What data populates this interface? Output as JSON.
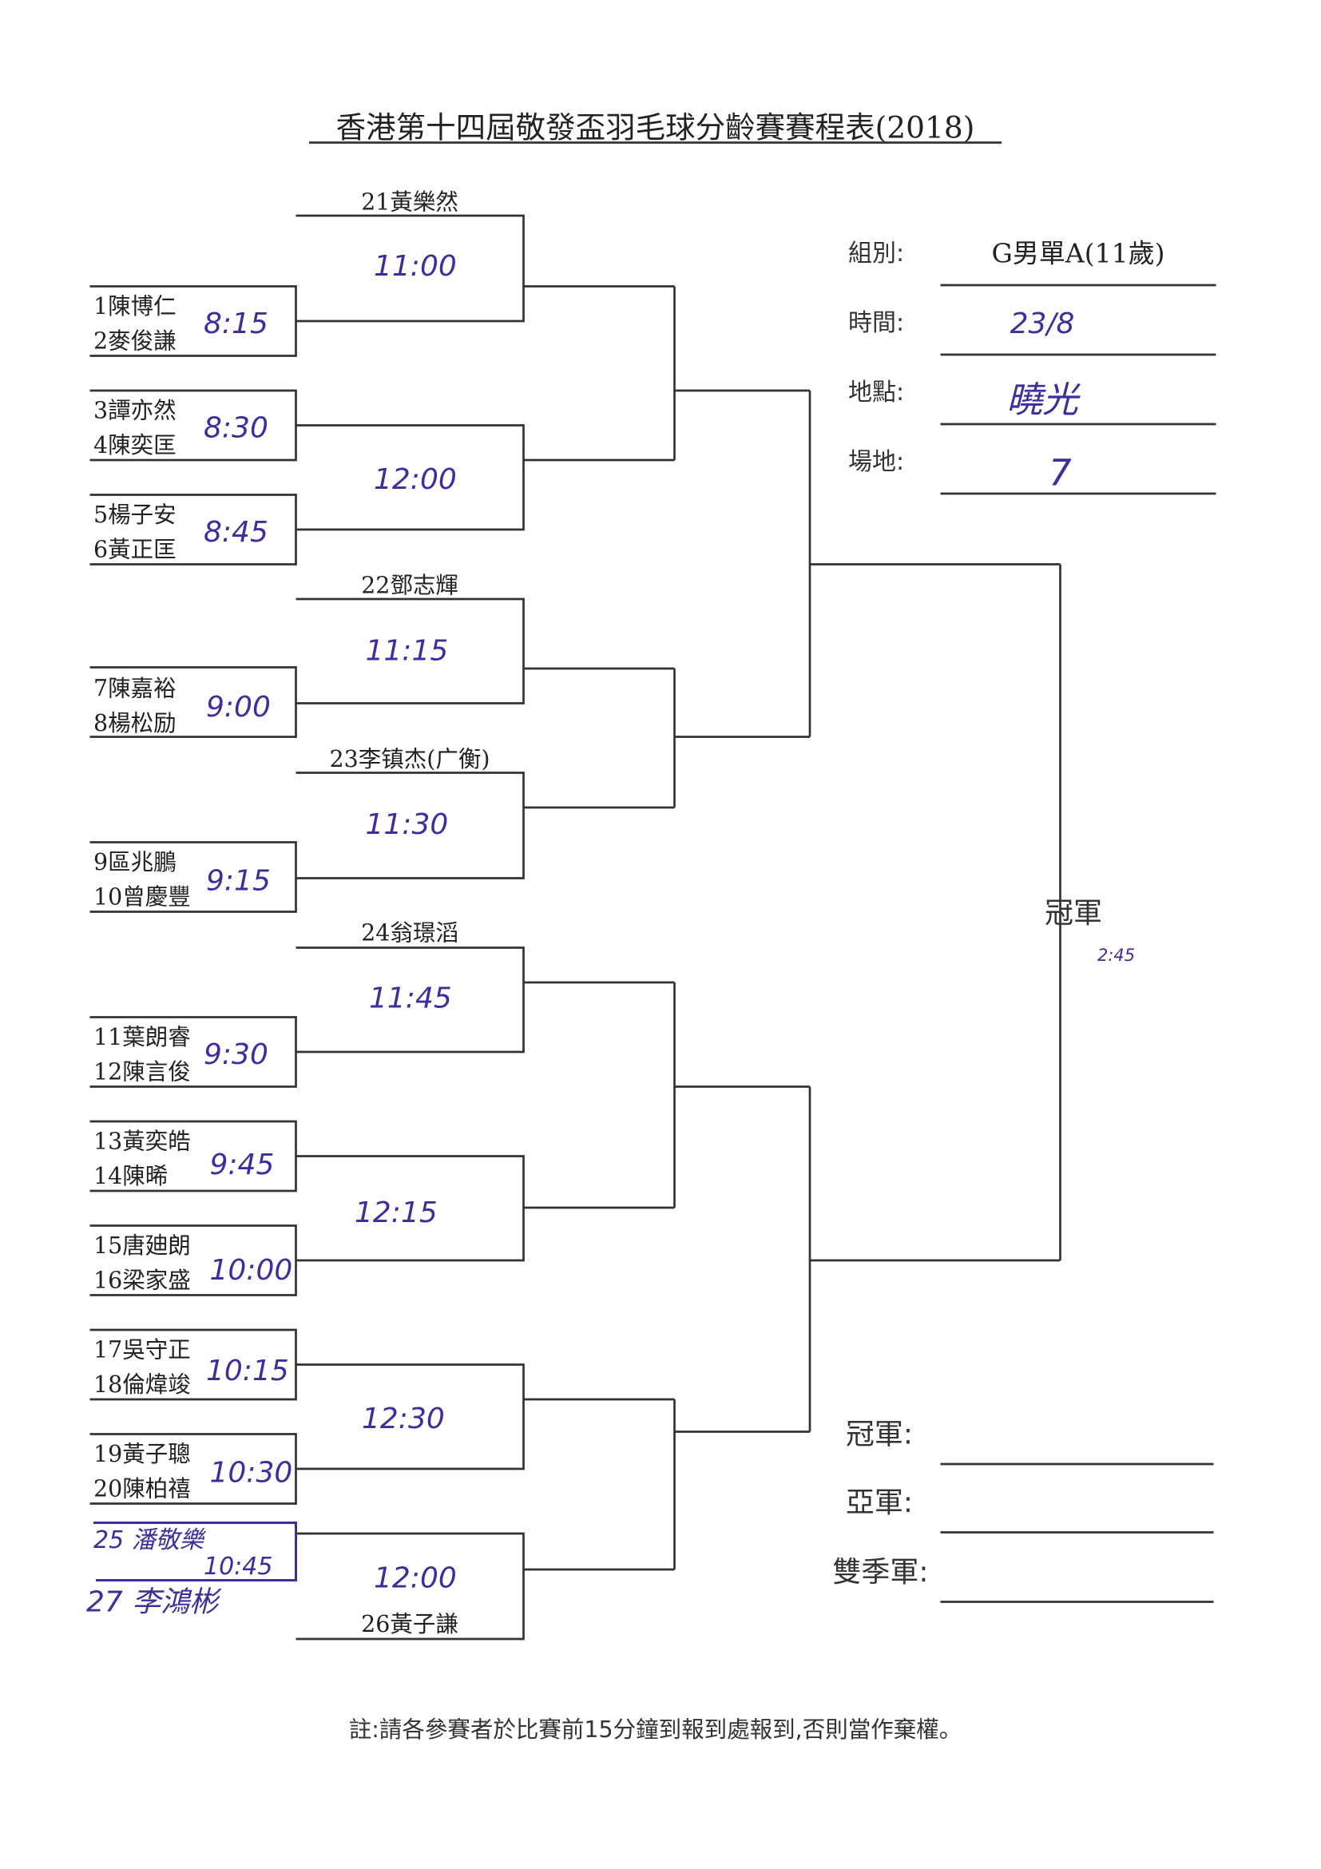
{
  "title": "香港第十四屆敬發盃羽毛球分齡賽賽程表(2018)",
  "info": {
    "group_label": "組別:",
    "group_value": "G男單A(11歲)",
    "date_label": "時間:",
    "date_value": "23/8",
    "venue_label": "地點:",
    "venue_value": "曉光",
    "court_label": "場地:",
    "court_value": "7"
  },
  "players": {
    "p1": "1陳博仁",
    "p2": "2麥俊謙",
    "p3": "3譚亦然",
    "p4": "4陳奕匡",
    "p5": "5楊子安",
    "p6": "6黃正匡",
    "p7": "7陳嘉裕",
    "p8": "8楊松励",
    "p9": "9區兆鵬",
    "p10": "10曾慶豐",
    "p11": "11葉朗睿",
    "p12": "12陳言俊",
    "p13": "13黃奕皓",
    "p14": "14陳晞",
    "p15": "15唐廸朗",
    "p16": "16梁家盛",
    "p17": "17吳守正",
    "p18": "18倫煒竣",
    "p19": "19黃子聰",
    "p20": "20陳柏禧",
    "p21": "21黃樂然",
    "p22": "22鄧志輝",
    "p23": "23李镇杰(广衡)",
    "p24": "24翁璟滔",
    "p25": "25 潘敬樂",
    "p26": "26黃子謙",
    "p27": "27 李鴻彬"
  },
  "times": {
    "m1": "8:15",
    "m2": "8:30",
    "m3": "8:45",
    "m4": "9:00",
    "m5": "9:15",
    "m6": "9:30",
    "m7": "9:45",
    "m8": "10:00",
    "m9": "10:15",
    "m10": "10:30",
    "m11": "10:45",
    "r2a": "11:00",
    "r2b": "12:00",
    "r2c": "11:15",
    "r2d": "11:30",
    "r2e": "11:45",
    "r2f": "12:15",
    "r2g": "12:30",
    "r2h": "12:00",
    "final": "2:45"
  },
  "champion_label": "冠軍",
  "results": {
    "champion": "冠軍:",
    "runner_up": "亞軍:",
    "third": "雙季軍:"
  },
  "footer_note": "註:請各參賽者於比賽前15分鐘到報到處報到,否則當作棄權。"
}
